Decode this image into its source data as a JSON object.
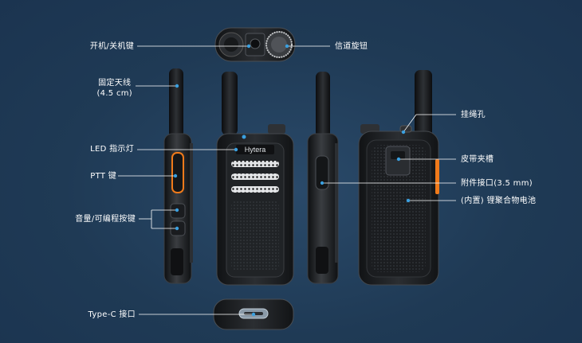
{
  "callouts": {
    "power_key": "开机/关机键",
    "channel_knob": "信道旋钮",
    "antenna_line1": "固定天线",
    "antenna_line2": "(4.5 cm)",
    "led": "LED 指示灯",
    "ptt": "PTT 键",
    "volume_keys": "音量/可编程按键",
    "lanyard_hole": "挂绳孔",
    "belt_clip": "皮带夹槽",
    "accessory_jack": "附件接口(3.5 mm)",
    "battery": "(内置) 锂聚合物电池",
    "type_c": "Type-C 接口"
  },
  "device": {
    "brand": "Hytera"
  },
  "colors": {
    "background": "#1f3a55",
    "accent_orange": "#f07a1a",
    "callout_line": "#ffffff",
    "callout_dot": "#3aa0e0",
    "body_dark": "#1a1c1f"
  }
}
